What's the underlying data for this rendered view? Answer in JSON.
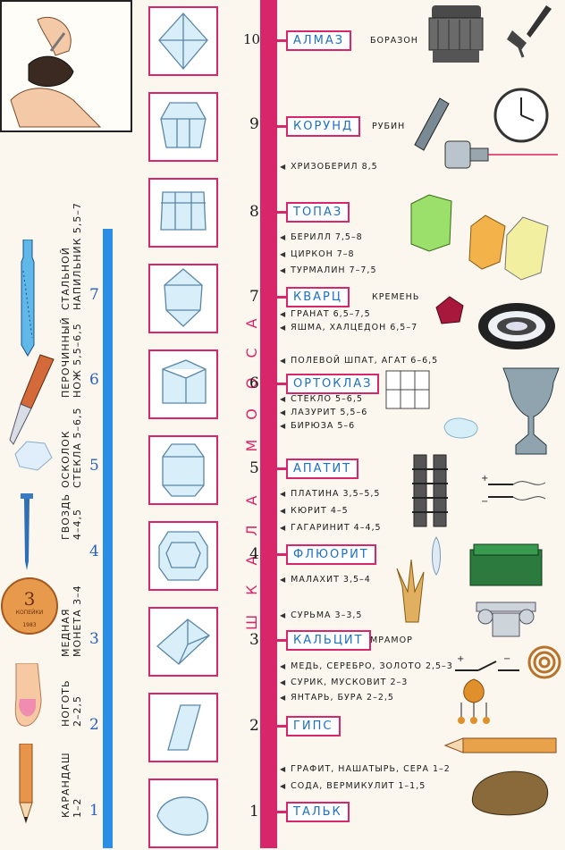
{
  "scale_title": "ШКАЛА МООСА",
  "minerals": [
    {
      "num": "10",
      "name": "АЛМАЗ",
      "extra": "БОРАЗОН"
    },
    {
      "num": "9",
      "name": "КОРУНД",
      "extra": "РУБИН"
    },
    {
      "num": "8",
      "name": "ТОПАЗ",
      "extra": ""
    },
    {
      "num": "7",
      "name": "КВАРЦ",
      "extra": "КРЕМЕНЬ"
    },
    {
      "num": "6",
      "name": "ОРТОКЛАЗ",
      "extra": ""
    },
    {
      "num": "5",
      "name": "АПАТИТ",
      "extra": ""
    },
    {
      "num": "4",
      "name": "ФЛЮОРИТ",
      "extra": ""
    },
    {
      "num": "3",
      "name": "КАЛЬЦИТ",
      "extra": "МРАМОР"
    },
    {
      "num": "2",
      "name": "ГИПС",
      "extra": ""
    },
    {
      "num": "1",
      "name": "ТАЛЬК",
      "extra": ""
    }
  ],
  "sub_minerals": [
    "ХРИЗОБЕРИЛ 8,5",
    "БЕРИЛЛ 7,5–8",
    "ЦИРКОН 7–8",
    "ТУРМАЛИН 7–7,5",
    "ГРАНАТ 6,5–7,5",
    "ЯШМА, ХАЛЦЕДОН 6,5–7",
    "ПОЛЕВОЙ ШПАТ, АГАТ 6–6,5",
    "СТЕКЛО 5–6,5",
    "ЛАЗУРИТ 5,5–6",
    "БИРЮЗА 5–6",
    "ПЛАТИНА 3,5–5,5",
    "КЮРИТ 4–5",
    "ГАГАРИНИТ 4–4,5",
    "МАЛАХИТ 3,5–4",
    "СУРЬМА 3–3,5",
    "МЕДЬ, СЕРЕБРО, ЗОЛОТО 2,5–3",
    "СУРИК, МУСКОВИТ 2–3",
    "ЯНТАРЬ, БУРА 2–2,5",
    "ГРАФИТ, НАШАТЫРЬ, СЕРА 1–2",
    "СОДА, ВЕРМИКУЛИТ 1–1,5"
  ],
  "left_scale": [
    "7",
    "6",
    "5",
    "4",
    "3",
    "2",
    "1"
  ],
  "left_items": [
    {
      "line1": "СТАЛЬНОЙ",
      "line2": "НАПИЛЬНИК 5,5–7"
    },
    {
      "line1": "ПЕРОЧИННЫЙ",
      "line2": "НОЖ 5,5–6,5"
    },
    {
      "line1": "ОСКОЛОК",
      "line2": "СТЕКЛА 5–6,5"
    },
    {
      "line1": "ГВОЗДЬ",
      "line2": "4–4,5"
    },
    {
      "line1": "МЕДНАЯ",
      "line2": "МОНЕТА 3–4"
    },
    {
      "line1": "НОГОТЬ",
      "line2": "2–2,5"
    },
    {
      "line1": "КАРАНДАШ",
      "line2": "1–2"
    }
  ],
  "coin": {
    "value": "3",
    "unit": "КОПЕЙКИ",
    "year": "1983"
  },
  "colors": {
    "magenta": "#d8266a",
    "blue": "#2a8de6",
    "label_text": "#1c6fc3"
  }
}
